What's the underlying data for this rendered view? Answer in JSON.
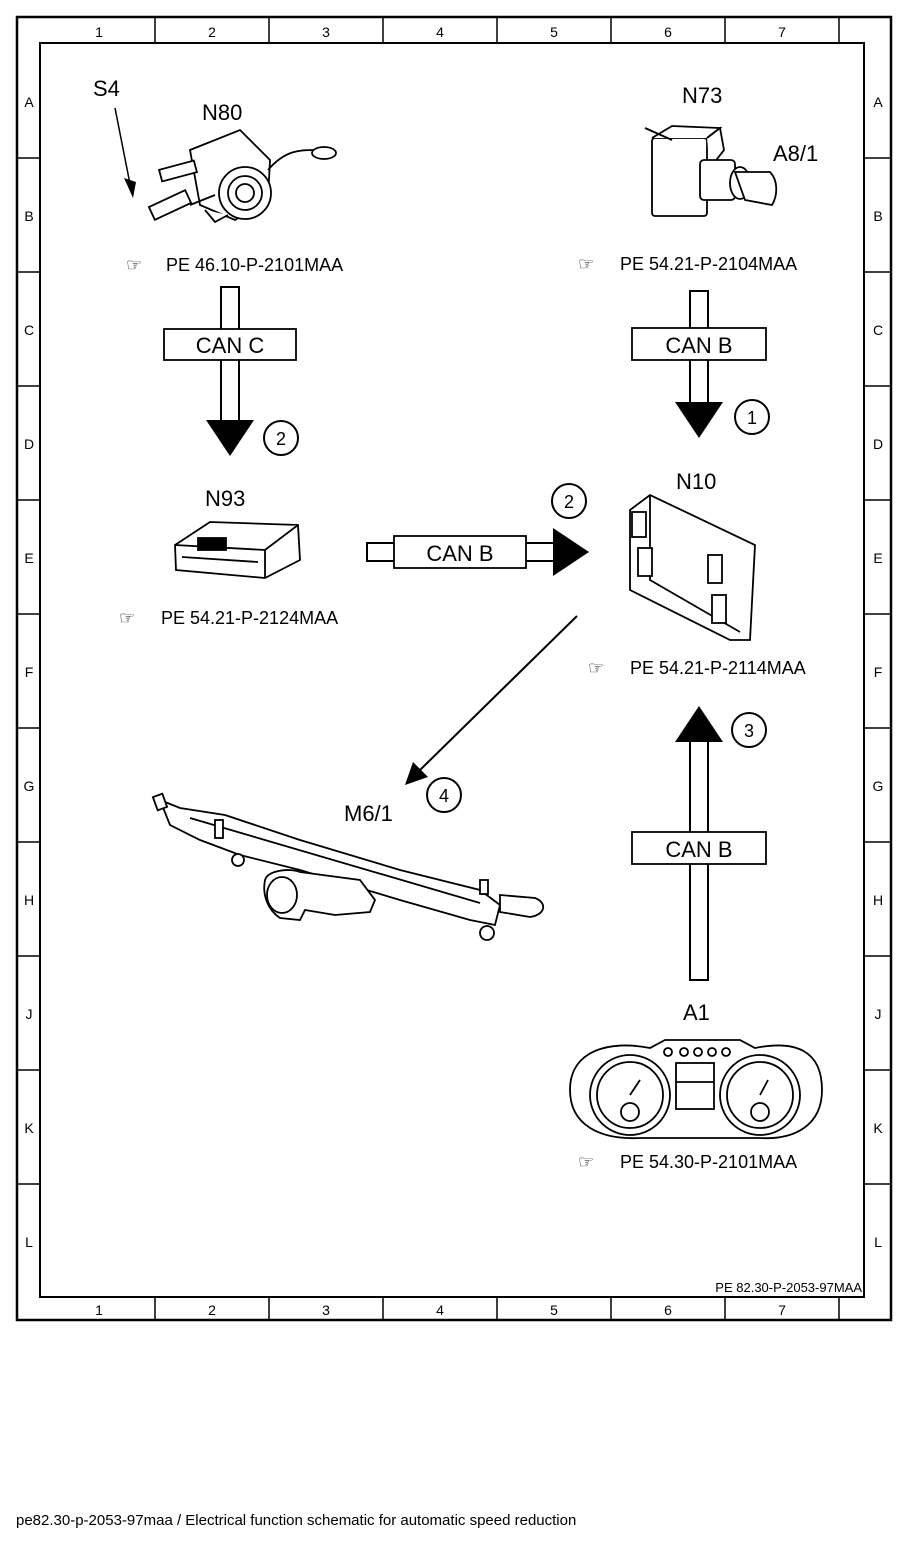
{
  "grid": {
    "columns": [
      "1",
      "2",
      "3",
      "4",
      "5",
      "6",
      "7"
    ],
    "rows": [
      "A",
      "B",
      "C",
      "D",
      "E",
      "F",
      "G",
      "H",
      "J",
      "K",
      "L"
    ]
  },
  "components": {
    "s4": "S4",
    "n80": "N80",
    "n73": "N73",
    "a8_1": "A8/1",
    "n93": "N93",
    "n10": "N10",
    "m6_1": "M6/1",
    "a1": "A1"
  },
  "references": {
    "n80": "PE 46.10-P-2101MAA",
    "n73": "PE 54.21-P-2104MAA",
    "n93": "PE 54.21-P-2124MAA",
    "n10": "PE 54.21-P-2114MAA",
    "a1": "PE 54.30-P-2101MAA"
  },
  "buses": {
    "can_c": "CAN C",
    "can_b_top": "CAN B",
    "can_b_mid": "CAN B",
    "can_b_bottom": "CAN B"
  },
  "steps": {
    "n73_to_n10": "1",
    "n80_to_n93": "2",
    "n93_to_n10": "2",
    "a1_to_n10": "3",
    "n10_to_m6_1": "4"
  },
  "doc_id": "PE 82.30-P-2053-97MAA",
  "caption": "pe82.30-p-2053-97maa / Electrical function schematic for automatic speed reduction"
}
